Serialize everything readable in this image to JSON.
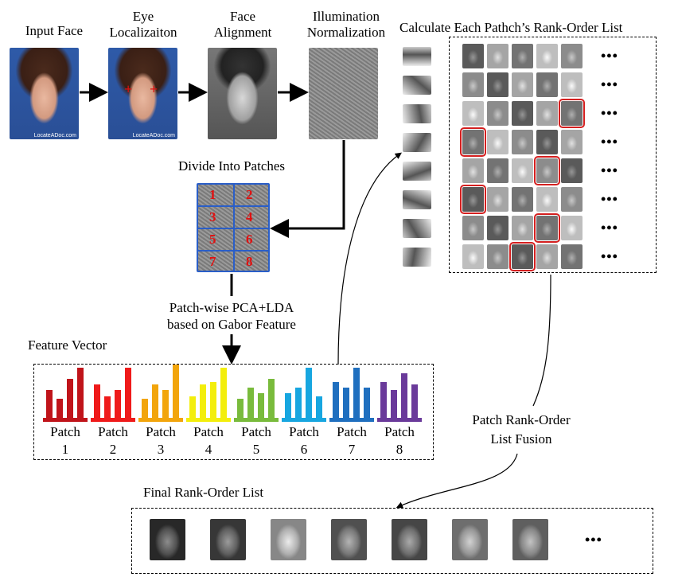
{
  "pipeline": {
    "input_face": "Input Face",
    "eye_localization": "Eye\nLocalizaiton",
    "face_alignment": "Face\nAlignment",
    "illumination": "Illumination\nNormalization",
    "watermark1": "LocateADoc.com",
    "watermark2": "LocateADoc.com"
  },
  "divide": {
    "title": "Divide Into Patches",
    "patch_numbers": [
      "1",
      "2",
      "3",
      "4",
      "5",
      "6",
      "7",
      "8"
    ]
  },
  "pca_label": "Patch-wise PCA+LDA\nbased on Gabor Feature",
  "feature": {
    "title": "Feature Vector",
    "patches": [
      {
        "label": "Patch",
        "num": "1",
        "color": "#c0141a",
        "bars": [
          0.55,
          0.4,
          0.75,
          0.95
        ]
      },
      {
        "label": "Patch",
        "num": "2",
        "color": "#ef1a1a",
        "bars": [
          0.65,
          0.45,
          0.55,
          0.95
        ]
      },
      {
        "label": "Patch",
        "num": "3",
        "color": "#f2a50c",
        "bars": [
          0.4,
          0.65,
          0.55,
          1.0
        ]
      },
      {
        "label": "Patch",
        "num": "4",
        "color": "#f3ee0c",
        "bars": [
          0.45,
          0.65,
          0.7,
          0.95
        ]
      },
      {
        "label": "Patch",
        "num": "5",
        "color": "#79bb3c",
        "bars": [
          0.4,
          0.6,
          0.5,
          0.75
        ]
      },
      {
        "label": "Patch",
        "num": "6",
        "color": "#17a6e0",
        "bars": [
          0.5,
          0.6,
          0.95,
          0.45
        ]
      },
      {
        "label": "Patch",
        "num": "7",
        "color": "#1f6fbf",
        "bars": [
          0.7,
          0.6,
          0.95,
          0.6
        ]
      },
      {
        "label": "Patch",
        "num": "8",
        "color": "#6a3a9a",
        "bars": [
          0.7,
          0.55,
          0.85,
          0.65
        ]
      }
    ]
  },
  "rank_lists": {
    "title": "Calculate Each Pathch’s Rank-Order List",
    "ellipsis": "•••",
    "highlights": [
      [
        2,
        4
      ],
      [
        3,
        0
      ],
      [
        4,
        3
      ],
      [
        5,
        0
      ],
      [
        6,
        3
      ],
      [
        7,
        2
      ]
    ]
  },
  "fusion_label": "Patch Rank-Order\nList Fusion",
  "final": {
    "title": "Final Rank-Order List",
    "ellipsis": "•••"
  },
  "colors": {
    "arrow": "#000000",
    "highlight": "#d41f1f",
    "patch_grid": "#2a5ec8",
    "patch_number": "#e01010"
  }
}
